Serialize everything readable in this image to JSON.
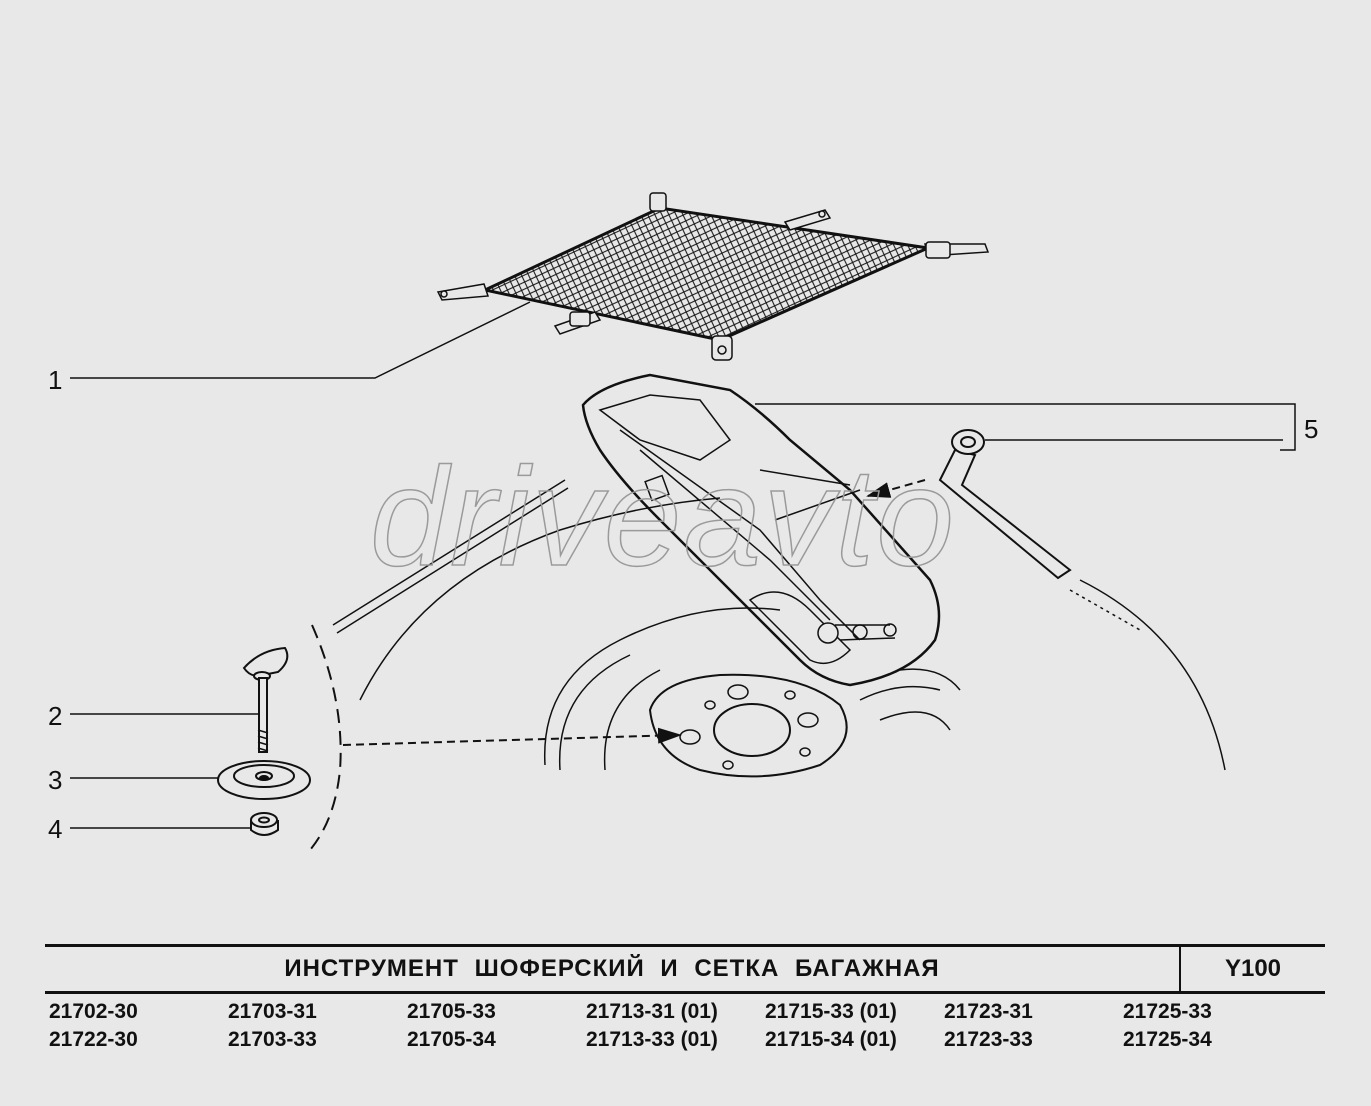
{
  "diagram": {
    "watermark": "driveavto",
    "callouts": [
      {
        "id": "1",
        "label": "1"
      },
      {
        "id": "2",
        "label": "2"
      },
      {
        "id": "3",
        "label": "3"
      },
      {
        "id": "4",
        "label": "4"
      },
      {
        "id": "5",
        "label": "5"
      }
    ]
  },
  "title_block": {
    "title": "ИНСТРУМЕНТ ШОФЕРСКИЙ И СЕТКА БАГАЖНАЯ",
    "code": "Y100"
  },
  "models": [
    [
      "21702-30",
      "21722-30"
    ],
    [
      "21703-31",
      "21703-33"
    ],
    [
      "21705-33",
      "21705-34"
    ],
    [
      "21713-31 (01)",
      "21713-33 (01)"
    ],
    [
      "21715-33 (01)",
      "21715-34 (01)"
    ],
    [
      "21723-31",
      "21723-33"
    ],
    [
      "21725-33",
      "21725-34"
    ]
  ],
  "colors": {
    "background": "#e8e8e8",
    "line": "#111111",
    "watermark": "#9a9a9a"
  }
}
